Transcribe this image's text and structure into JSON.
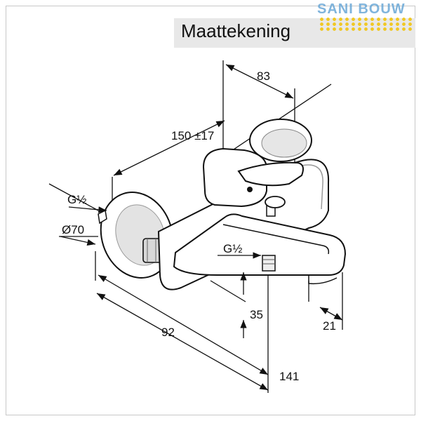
{
  "title": "Maattekening",
  "watermark": "SANI BOUW",
  "dimensions": {
    "depth_top": "83",
    "projection_range": "150 ±17",
    "thread_left": "G½",
    "rosette_diameter": "Ø70",
    "thread_outlet": "G½",
    "outlet_height": "35",
    "overall_width": "92",
    "spout_width": "21",
    "spout_length": "141"
  },
  "colors": {
    "line": "#111111",
    "title_background": "#e8e8e8",
    "frame": "#c8c8c8",
    "watermark_blue": "#6aa8d6",
    "watermark_yellow": "#f1c40f"
  }
}
